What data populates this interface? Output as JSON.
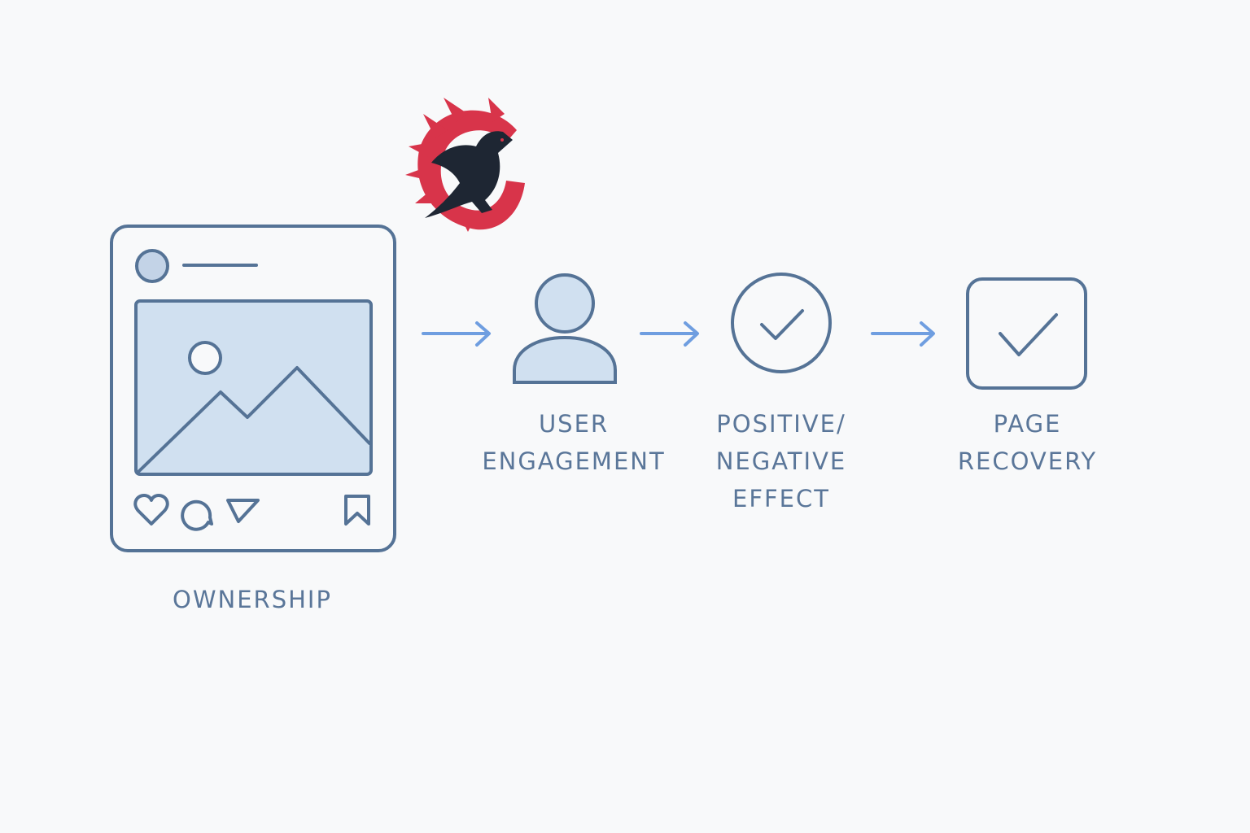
{
  "diagram": {
    "steps": [
      {
        "id": "ownership",
        "lines": [
          "OWNERSHIP"
        ],
        "icon": "social-post-icon"
      },
      {
        "id": "user-engagement",
        "lines": [
          "USER",
          "ENGAGEMENT"
        ],
        "icon": "user-icon"
      },
      {
        "id": "effect",
        "lines": [
          "POSITIVE/",
          "NEGATIVE",
          "EFFECT"
        ],
        "icon": "check-circle-icon"
      },
      {
        "id": "page-recovery",
        "lines": [
          "PAGE",
          "RECOVERY"
        ],
        "icon": "check-square-icon"
      }
    ],
    "logo": {
      "icon": "raven-crescent-logo"
    },
    "colors": {
      "stroke": "#557396",
      "fill": "#d0e0f0",
      "arrow": "#6f9ee0",
      "logo_red": "#d8344a",
      "logo_bird": "#1e2633"
    }
  }
}
